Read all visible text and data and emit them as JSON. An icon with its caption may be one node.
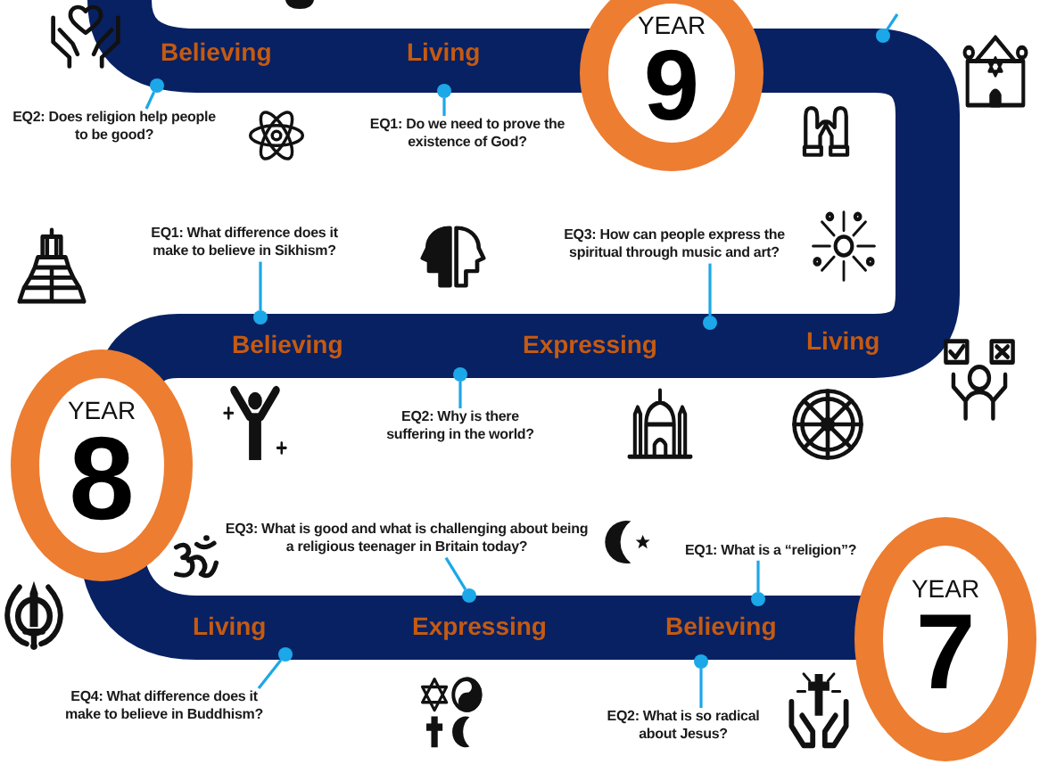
{
  "diagram": {
    "nodes": [
      {
        "text": [
          "YEAR",
          "9"
        ]
      },
      {
        "text": [
          "EQ2: Does religion help people to be good?"
        ]
      },
      {
        "text": [],
        "shape": "circle"
      },
      {
        "text": [
          "EQ1: Do we need to prove the existence of God?"
        ]
      },
      {
        "text": [],
        "shape": "circle"
      },
      {
        "text": [],
        "shape": "circle"
      },
      {
        "text": [
          "EQ1: What difference does it make to believe in Sikhism?"
        ]
      },
      {
        "text": [],
        "shape": "circle"
      },
      {
        "text": [
          "EQ3: How can people express the spiritual through music and art?"
        ]
      },
      {
        "text": [],
        "shape": "circle"
      },
      {
        "text": [
          "YEAR",
          "8"
        ]
      },
      {
        "text": [
          "EQ2: Why is there suffering in the world?"
        ]
      },
      {
        "text": [],
        "shape": "circle"
      },
      {
        "text": [
          "EQ3: What is good and what is challenging about being a religious teenager in Britain today?"
        ]
      },
      {
        "text": [],
        "shape": "circle"
      },
      {
        "text": [
          "EQ1: What is a “religion”?"
        ]
      },
      {
        "text": [],
        "shape": "circle"
      },
      {
        "text": [
          "YEAR",
          "7"
        ]
      },
      {
        "text": [
          "EQ4: What difference does it make to believe in Buddhism?"
        ]
      },
      {
        "text": [],
        "shape": "circle"
      },
      {
        "text": [
          "EQ2: What is so radical about Jesus?"
        ]
      },
      {
        "text": [],
        "shape": "circle"
      }
    ],
    "edges": [
      {
        "from": 1,
        "to": 2,
        "arrow": "none"
      },
      {
        "from": 3,
        "to": 4,
        "arrow": "none"
      },
      {
        "from": null,
        "to": 5,
        "arrow": "none"
      },
      {
        "from": 6,
        "to": 7,
        "arrow": "none"
      },
      {
        "from": 8,
        "to": 9,
        "arrow": "none"
      },
      {
        "from": 11,
        "to": 12,
        "arrow": "none"
      },
      {
        "from": 13,
        "to": 14,
        "arrow": "none"
      },
      {
        "from": 15,
        "to": 16,
        "arrow": "none"
      },
      {
        "from": 18,
        "to": 19,
        "arrow": "none"
      },
      {
        "from": 20,
        "to": 21,
        "arrow": "none"
      }
    ],
    "labels": [
      "Believing",
      "Living",
      "Believing",
      "Expressing",
      "Living",
      "Living",
      "Expressing",
      "Believing"
    ]
  }
}
